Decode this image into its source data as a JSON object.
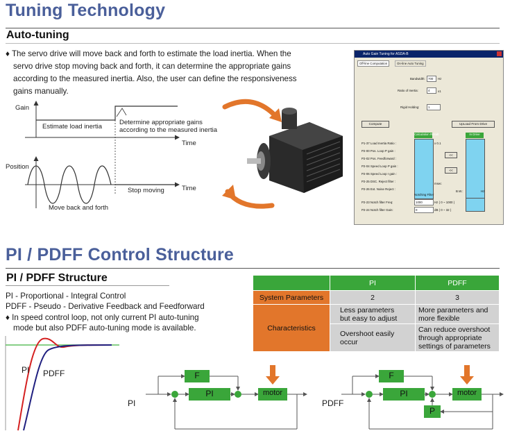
{
  "section1": {
    "title": "Tuning Technology",
    "subtitle": "Auto-tuning",
    "bullet": "♦",
    "paragraph": [
      "The servo drive will move back and forth to estimate the load inertia. When the",
      "servo drive stop moving back and forth, it can determine the appropriate gains",
      "according to the measured inertia. Also, the user can define the responsiveness",
      "gains manually."
    ]
  },
  "gain_diagram": {
    "y_label": "Gain",
    "x_label": "Time",
    "phase1": "Estimate load inertia",
    "phase2_line1": "Determine appropriate gains",
    "phase2_line2": "according to the measured inertia"
  },
  "position_diagram": {
    "y_label": "Position",
    "x_label": "Time",
    "wave_label": "Move back and forth",
    "stop_label": "Stop moving"
  },
  "software_window": {
    "title": "Auto Gain Tuning for ASDA-B",
    "tabs": [
      "Off-line Computation",
      "On-line Auto Tuning"
    ],
    "fields": [
      {
        "label": "Bandwidth:",
        "value": "700",
        "unit": "Hz"
      },
      {
        "label": "Ratio of Inertia:",
        "value": "4",
        "unit": "x1"
      },
      {
        "label": "Rigid Holding:",
        "value": "1"
      }
    ],
    "compute_button": "Compute",
    "upload_button": "UpLoad From Drive",
    "calc_header": "Calculation Result",
    "indrive_header": "In Drive",
    "params": [
      "P1-37 Load Inertia Ratio :",
      "P2-00 Pos. Loop P gain :",
      "P2-02 Pos. Feedforward :",
      "P2-04 Speed Loop P gain :",
      "P2-06 Speed Loop I gain :",
      "P2-25 DSC. Reject filter :",
      "P2-26 Ext. Noise Reject :"
    ],
    "multiplier": "x 0.1",
    "arrow_button_1": "<<",
    "arrow_button_2": "<<",
    "msec": "msec",
    "bw_label": "B.W.:",
    "hz_label": "Hz",
    "notch_header": "Notching Filter",
    "notch_rows": [
      {
        "label": "P2-23 Notch filter Freq:",
        "value": "1000",
        "range": "Hz ( 0 ~ 1000 )"
      },
      {
        "label": "P2-24 Notch filter Gain:",
        "value": "0",
        "range": "dB ( 0 ~ 32 )"
      }
    ]
  },
  "section2": {
    "title": "PI / PDFF Control Structure",
    "subtitle": "PI / PDFF Structure",
    "lines": [
      "PI - Proportional - Integral Control",
      "PDFF - Pseudo - Derivative Feedback and Feedforward"
    ],
    "bullet": "♦",
    "bullet_lines": [
      "In speed control loop, not only current PI auto-tuning",
      "mode but also PDFF auto-tuning mode is available."
    ],
    "response_labels": {
      "pi": "PI",
      "pdff": "PDFF"
    }
  },
  "comparison_table": {
    "headers": [
      "",
      "PI",
      "PDFF"
    ],
    "row1": {
      "label": "System Parameters",
      "pi": "2",
      "pdff": "3"
    },
    "row2_label": "Characteristics",
    "row2a": {
      "pi": [
        "Less parameters",
        "but easy to adjust"
      ],
      "pdff": [
        "More parameters and",
        "more flexible"
      ]
    },
    "row2b": {
      "pi": [
        "Overshoot easily",
        "occur"
      ],
      "pdff": [
        "Can reduce overshoot",
        "through appropriate",
        "settings of parameters"
      ]
    }
  },
  "block_pi": {
    "input": "PI",
    "f": "F",
    "pi": "PI",
    "motor": "motor"
  },
  "block_pdff": {
    "input": "PDFF",
    "f": "F",
    "pi": "PI",
    "motor": "motor",
    "p": "P"
  },
  "colors": {
    "title_blue": "#4a5f9a",
    "green": "#3aa63a",
    "orange": "#e2762b",
    "gray": "#d2d2d2",
    "cyan": "#7fd3f0"
  }
}
